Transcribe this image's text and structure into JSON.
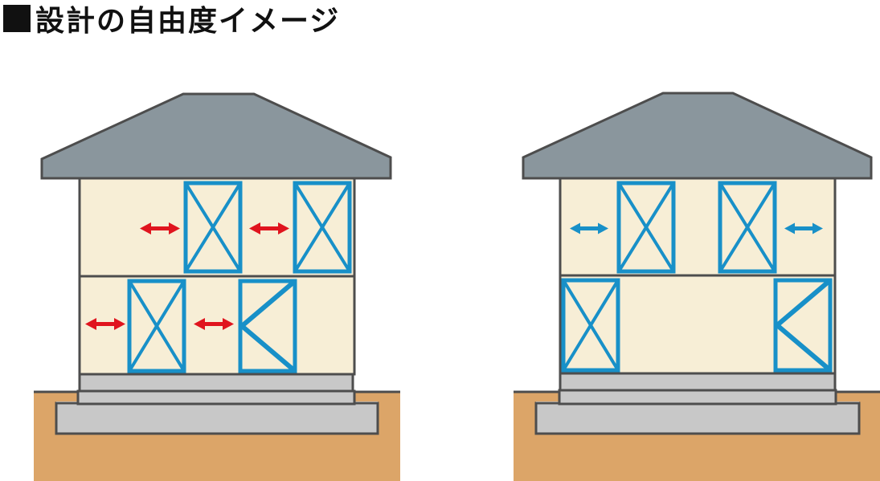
{
  "page": {
    "title": "設計の自由度イメージ",
    "title_bullet_icon": "black-square-icon"
  },
  "colors": {
    "roof": "#8a969d",
    "outline": "#4d4d4d",
    "wall": "#f7eed6",
    "brace": "#1890c8",
    "arrow_left_house": "#e0141e",
    "arrow_right_house": "#1890c8",
    "foundation": "#c8c8c8",
    "ground": "#dca568"
  },
  "houses": [
    {
      "id": "left",
      "arrow_color_key": "arrow_left_house",
      "arrow_icon": "double-arrow-icon",
      "brace_icons": [
        "x-brace-panel-icon",
        "k-brace-panel-icon"
      ]
    },
    {
      "id": "right",
      "arrow_color_key": "arrow_right_house",
      "arrow_icon": "double-arrow-icon",
      "brace_icons": [
        "x-brace-panel-icon",
        "k-brace-panel-icon"
      ]
    }
  ]
}
